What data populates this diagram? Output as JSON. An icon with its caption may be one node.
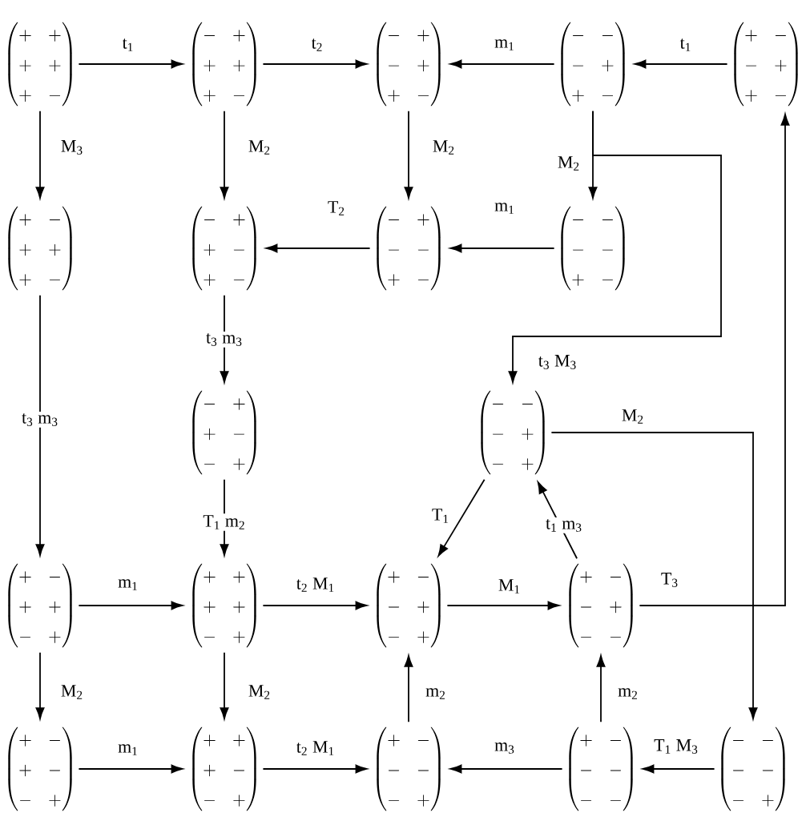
{
  "diagram": {
    "nodes": [
      {
        "text": [
          "\\begin{pmatrix}+&+\\\\+&+\\\\+&-\\end{pmatrix}"
        ]
      },
      {
        "text": [
          "\\begin{pmatrix}-&+\\\\+&+\\\\+&-\\end{pmatrix}"
        ]
      },
      {
        "text": [
          "\\begin{pmatrix}-&+\\\\-&+\\\\+&-\\end{pmatrix}"
        ]
      },
      {
        "text": [
          "\\begin{pmatrix}-&-\\\\-&+\\\\+&-\\end{pmatrix}"
        ]
      },
      {
        "text": [
          "\\begin{pmatrix}+&-\\\\-&+\\\\+&-\\end{pmatrix}"
        ]
      },
      {
        "text": [
          "\\begin{pmatrix}+&-\\\\+&+\\\\+&-\\end{pmatrix}"
        ]
      },
      {
        "text": [
          "\\begin{pmatrix}-&+\\\\+&-\\\\+&-\\end{pmatrix}"
        ]
      },
      {
        "text": [
          "\\begin{pmatrix}-&+\\\\-&-\\\\+&-\\end{pmatrix}"
        ]
      },
      {
        "text": [
          "\\begin{pmatrix}-&-\\\\-&-\\\\+&-\\end{pmatrix}"
        ]
      },
      {
        "text": [
          "\\begin{pmatrix}-&+\\\\+&-\\\\-&+\\end{pmatrix}"
        ]
      },
      {
        "text": [
          "\\begin{pmatrix}-&-\\\\-&+\\\\-&+\\end{pmatrix}"
        ]
      },
      {
        "text": [
          "\\begin{pmatrix}+&-\\\\+&+\\\\-&+\\end{pmatrix}"
        ]
      },
      {
        "text": [
          "\\begin{pmatrix}+&+\\\\+&+\\\\-&+\\end{pmatrix}"
        ]
      },
      {
        "text": [
          "\\begin{pmatrix}+&-\\\\-&+\\\\-&+\\end{pmatrix}"
        ]
      },
      {
        "text": [
          "\\begin{pmatrix}+&-\\\\-&+\\\\-&-\\end{pmatrix}"
        ]
      },
      {
        "text": [
          "\\begin{pmatrix}+&-\\\\+&-\\\\-&+\\end{pmatrix}"
        ]
      },
      {
        "text": [
          "\\begin{pmatrix}+&+\\\\+&-\\\\-&+\\end{pmatrix}"
        ]
      },
      {
        "text": [
          "\\begin{pmatrix}+&-\\\\-&-\\\\-&+\\end{pmatrix}"
        ]
      },
      {
        "text": [
          "\\begin{pmatrix}+&-\\\\-&-\\\\-&-\\end{pmatrix}"
        ]
      },
      {
        "text": [
          "\\begin{pmatrix}-&-\\\\-&-\\\\-&+\\end{pmatrix}"
        ]
      }
    ],
    "edges": [
      {
        "from": 0,
        "to": 1,
        "arrow": "to",
        "label": "t$_{1}$"
      },
      {
        "from": 1,
        "to": 2,
        "arrow": "to",
        "label": "t$_{2}$"
      },
      {
        "from": 3,
        "to": 2,
        "arrow": "to",
        "label": "m$_{1}$"
      },
      {
        "from": 4,
        "to": 3,
        "arrow": "to",
        "label": "t$_{1}$"
      },
      {
        "from": 0,
        "to": 5,
        "arrow": "to",
        "label": "M$_{3}$"
      },
      {
        "from": 1,
        "to": 6,
        "arrow": "to",
        "label": "M$_{2}$"
      },
      {
        "from": 2,
        "to": 7,
        "arrow": "to",
        "label": "M$_{2}$"
      },
      {
        "from": 3,
        "to": 8,
        "arrow": "to",
        "label": "M$_{2}$"
      },
      {
        "from": 3,
        "to": 10,
        "arrow": "to",
        "label": "t$_{3}$ M$_{3}$"
      },
      {
        "from": 8,
        "to": 7,
        "arrow": "to",
        "label": "m$_{1}$"
      },
      {
        "from": 7,
        "to": 6,
        "arrow": "to",
        "label": "T$_{2}$"
      },
      {
        "from": 5,
        "to": 11,
        "arrow": "to",
        "label": "t$_{3}$ m$_{3}$"
      },
      {
        "from": 6,
        "to": 9,
        "arrow": "to",
        "label": "t$_{3}$ m$_{3}$"
      },
      {
        "from": 9,
        "to": 12,
        "arrow": "to",
        "label": "T$_{1}$ m$_{2}$"
      },
      {
        "from": 10,
        "to": 13,
        "arrow": "to",
        "label": "T$_{1}$"
      },
      {
        "from": 14,
        "to": 10,
        "arrow": "to",
        "label": "t$_{1}$ m$_{3}$"
      },
      {
        "from": 10,
        "to": 19,
        "arrow": "to",
        "label": "M$_{2}$"
      },
      {
        "from": 14,
        "to": 4,
        "arrow": "to",
        "label": "T$_{3}$"
      },
      {
        "from": 11,
        "to": 12,
        "arrow": "to",
        "label": "m$_{1}$"
      },
      {
        "from": 12,
        "to": 13,
        "arrow": "to",
        "label": "t$_{2}$ M$_{1}$"
      },
      {
        "from": 13,
        "to": 14,
        "arrow": "to",
        "label": "M$_{1}$"
      },
      {
        "from": 11,
        "to": 15,
        "arrow": "to",
        "label": "M$_{2}$"
      },
      {
        "from": 12,
        "to": 16,
        "arrow": "to",
        "label": "M$_{2}$"
      },
      {
        "from": 15,
        "to": 16,
        "arrow": "to",
        "label": "m$_{1}$"
      },
      {
        "from": 16,
        "to": 17,
        "arrow": "to",
        "label": "t$_{2}$ M$_{1}$"
      },
      {
        "from": 17,
        "to": 13,
        "arrow": "to",
        "label": "m$_{2}$"
      },
      {
        "from": 18,
        "to": 14,
        "arrow": "to",
        "label": "m$_{2}$"
      },
      {
        "from": 18,
        "to": 17,
        "arrow": "to",
        "label": "m$_{3}$"
      },
      {
        "from": 19,
        "to": 18,
        "arrow": "to",
        "label": "T$_{1}$ M$_{3}$"
      }
    ]
  }
}
